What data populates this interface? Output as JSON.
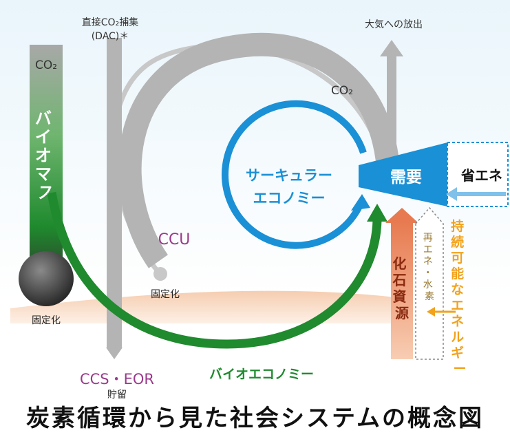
{
  "labels": {
    "dac_line1": "直接CO₂捕集",
    "dac_line2": "(DAC)＊",
    "emission": "大気への放出",
    "co2_left": "CO₂",
    "co2_top": "CO₂",
    "biomass": "バイオマス",
    "fixation_left": "固定化",
    "fixation_center": "固定化",
    "circular_line1": "サーキュラー",
    "circular_line2": "エコノミー",
    "demand": "需要",
    "energy_saving": "省エネ",
    "ccu": "CCU",
    "fossil": "化石資源",
    "renewable_h2": "再エネ・水素",
    "sustainable_energy": "持続可能なエネルギー",
    "ccs_eor": "CCS・EOR",
    "storage": "貯留",
    "bioeconomy": "バイオエコノミー"
  },
  "caption": "炭素循環から見た社会システムの概念図",
  "colors": {
    "gray": "#b4b4b4",
    "green": "#1f8a2e",
    "blue": "#1a90d6",
    "orange": "#e07a4a",
    "yellow": "#f2a21b",
    "purple": "#9a3a8c"
  }
}
